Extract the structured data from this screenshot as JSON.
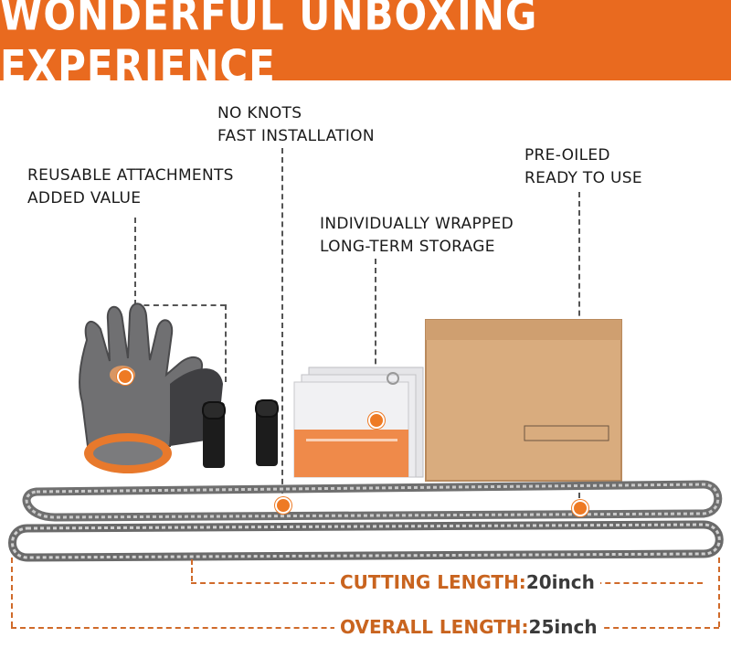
{
  "banner": {
    "title": "WONDERFUL UNBOXING EXPERIENCE"
  },
  "callouts": {
    "knots": {
      "line1": "NO KNOTS",
      "line2": "FAST INSTALLATION"
    },
    "attachments": {
      "line1": "REUSABLE ATTACHMENTS",
      "line2": "ADDED VALUE"
    },
    "oiled": {
      "line1": "PRE-OILED",
      "line2": "READY TO USE"
    },
    "wrapped": {
      "line1": "INDIVIDUALLY WRAPPED",
      "line2": "LONG-TERM STORAGE"
    }
  },
  "measurements": {
    "cutting": {
      "label": "CUTTING LENGTH:",
      "value": "20inch"
    },
    "overall": {
      "label": "OVERALL LENGTH:",
      "value": "25inch"
    }
  },
  "colors": {
    "accent": "#e96a1f",
    "text": "#1a1a1a",
    "glove_gray": "#6e6e70"
  },
  "icons": [
    "glove-icon",
    "strap-icon",
    "chain-icon",
    "package-icon",
    "box-icon"
  ]
}
